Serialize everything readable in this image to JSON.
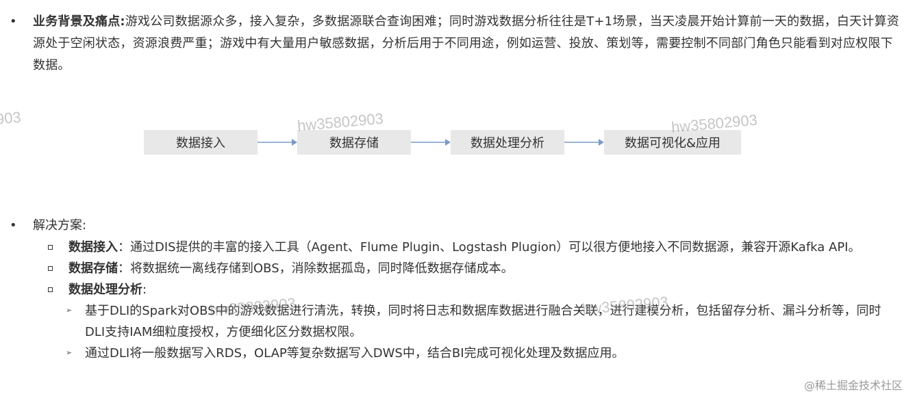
{
  "background": {
    "label": "业务背景及痛点",
    "colon": ":",
    "text": "游戏公司数据源众多，接入复杂，多数据源联合查询困难；同时游戏数据分析往往是T+1场景，当天凌晨开始计算前一天的数据，白天计算资源处于空闲状态，资源浪费严重；游戏中有大量用户敏感数据，分析后用于不同用途，例如运营、投放、策划等，需要控制不同部门角色只能看到对应权限下数据。"
  },
  "flow": {
    "steps": [
      "数据接入",
      "数据存储",
      "数据处理分析",
      "数据可视化&应用"
    ]
  },
  "solution": {
    "title": "解决方案:",
    "items": [
      {
        "label": "数据接入",
        "text": "：通过DIS提供的丰富的接入工具（Agent、Flume Plugin、Logstash Plugion）可以很方便地接入不同数据源，兼容开源Kafka API。"
      },
      {
        "label": "数据存储",
        "text": "：将数据统一离线存储到OBS，消除数据孤岛，同时降低数据存储成本。"
      },
      {
        "label": "数据处理分析",
        "text": ":"
      }
    ],
    "subitems": [
      "基于DLI的Spark对OBS中的游戏数据进行清洗，转换，同时将日志和数据库数据进行融合关联，进行建模分析，包括留存分析、漏斗分析等，同时DLI支持IAM细粒度授权，方便细化区分数据权限。",
      "通过DLI将一般数据写入RDS，OLAP等复杂数据写入DWS中，结合BI完成可视化处理及数据应用。"
    ]
  },
  "watermarks": {
    "id_full": "hw35802903",
    "id_partial": "903",
    "corner": "@稀土掘金技术社区"
  },
  "icons": {
    "bullet": "•",
    "square": "square-bullet-icon",
    "triangle": "➢"
  },
  "colors": {
    "text": "#333333",
    "box": "#e8e8e8",
    "arrow": "#7a9cc6"
  }
}
